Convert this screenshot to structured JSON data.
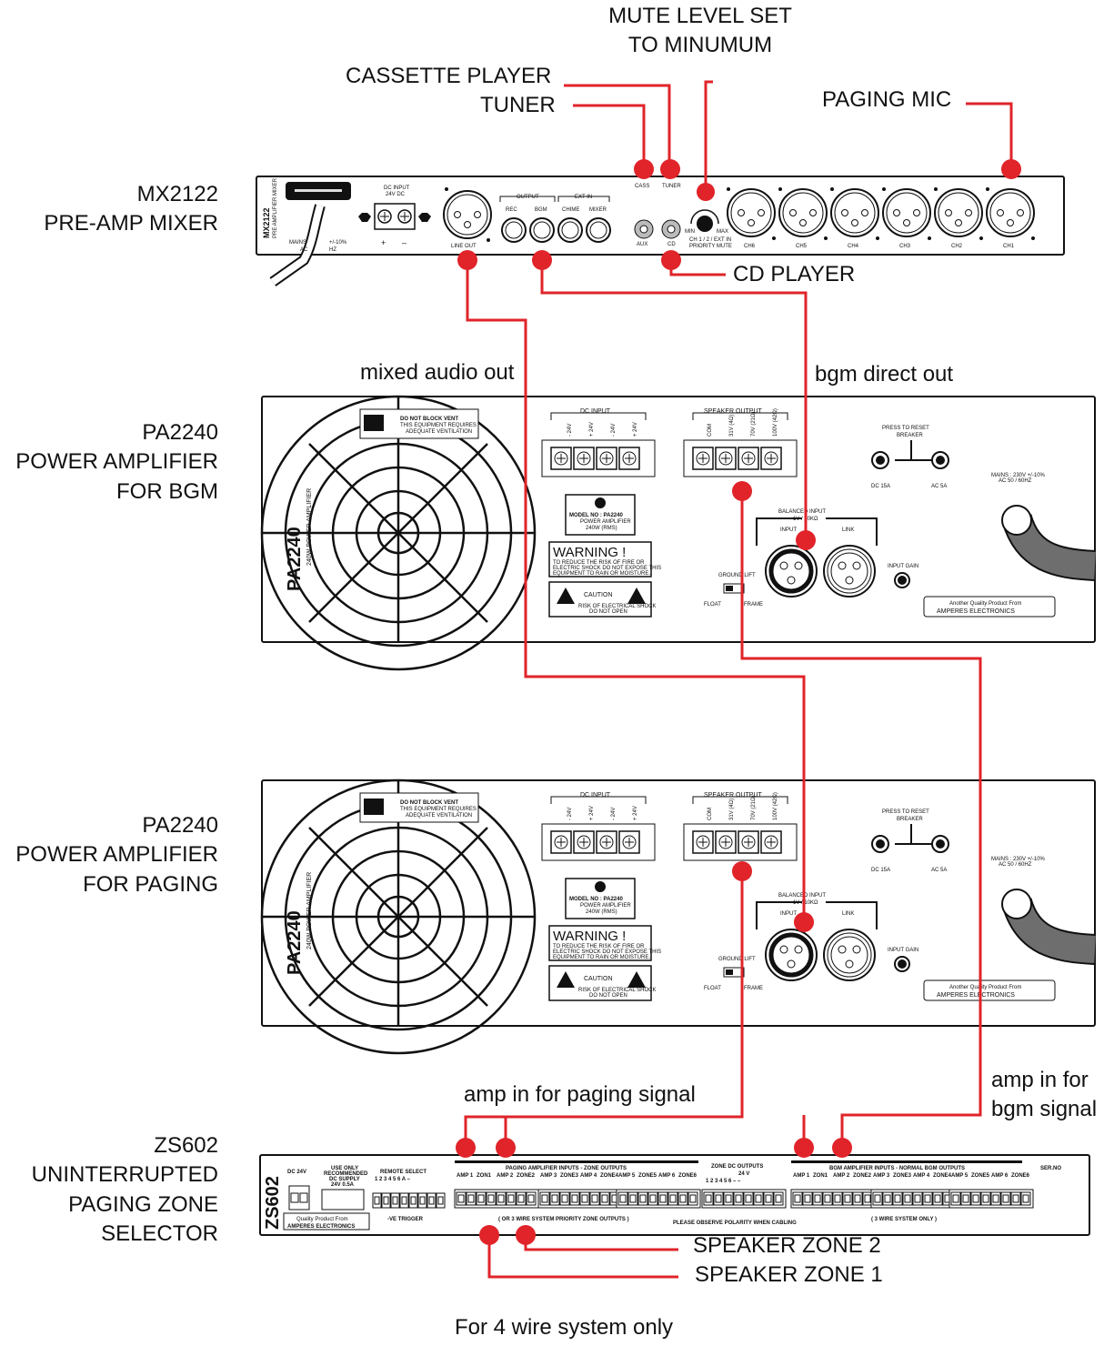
{
  "labels": {
    "mute_level": [
      "MUTE LEVEL SET",
      "TO MINUMUM"
    ],
    "cassette_player": "CASSETTE PLAYER",
    "tuner": "TUNER",
    "paging_mic": "PAGING MIC",
    "cd_player": "CD PLAYER",
    "mixed_audio_out": "mixed audio out",
    "bgm_direct_out": "bgm direct out",
    "amp_in_paging": "amp in for paging signal",
    "amp_in_bgm": [
      "amp in for",
      "bgm signal"
    ],
    "speaker_zone_2": "SPEAKER ZONE 2",
    "speaker_zone_1": "SPEAKER ZONE 1",
    "four_wire_note": "For 4 wire system only"
  },
  "devices": {
    "mx2122": {
      "side_label": [
        "MX2122",
        "PRE-AMP MIXER"
      ],
      "model": "MX2122",
      "subtitle": "PRE AMPLIFIER MIXER",
      "dc_input": [
        "DC INPUT",
        "24V DC"
      ],
      "mains": "MAINS",
      "mains_ac": "AC",
      "mains_tol": "+/-10%",
      "mains_hz": "HZ",
      "plus": "+",
      "minus": "–",
      "line_out": "LINE OUT",
      "output_header": "OUTPUT",
      "ext_in_header": "EXT IN",
      "jacks": [
        "REC",
        "BGM",
        "CHIME",
        "MIXER"
      ],
      "rca": [
        "CASS",
        "TUNER",
        "AUX",
        "CD"
      ],
      "knob": [
        "MIN",
        "MAX"
      ],
      "priority": [
        "CH 1 / 2 / EXT IN",
        "PRIORITY MUTE"
      ],
      "channels": [
        "CH6",
        "CH5",
        "CH4",
        "CH3",
        "CH2",
        "CH1"
      ]
    },
    "pa_bgm": {
      "side_label": [
        "PA2240",
        "POWER AMPLIFIER",
        "FOR BGM"
      ]
    },
    "pa_paging": {
      "side_label": [
        "PA2240",
        "POWER AMPLIFIER",
        "FOR PAGING"
      ]
    },
    "pa_common": {
      "model": "PA2240",
      "subtitle": "240W POWER AMPLIFIER",
      "vent": [
        "DO NOT BLOCK VENT",
        "THIS EQUIPMENT REQUIRES",
        "ADEQUATE VENTILATION"
      ],
      "dc_input": "DC INPUT",
      "dc_terms": [
        "- 24V",
        "+ 24V",
        "- 24V",
        "+ 24V"
      ],
      "speaker_output": "SPEAKER OUTPUT",
      "spk_terms": [
        "COM",
        "31V (4Ω)",
        "70V (21Ω)",
        "100V (42Ω)"
      ],
      "reset": [
        "PRESS TO RESET",
        "BREAKER"
      ],
      "fuses": [
        "DC 15A",
        "AC 5A"
      ],
      "mains": [
        "MAINS : 230V +/-10%",
        "AC 50 / 60HZ"
      ],
      "model_box": [
        "MODEL NO : PA2240",
        "POWER AMPLIFIER",
        "240W (RMS)"
      ],
      "warning": "WARNING !",
      "warning_text": [
        "TO REDUCE THE RISK OF FIRE OR",
        "ELECTRIC SHOCK DO NOT EXPOSE THIS",
        "EQUIPMENT TO RAIN OR MOISTURE."
      ],
      "caution": "CAUTION",
      "caution_text": [
        "RISK OF ELECTRICAL SHOCK",
        "DO NOT OPEN"
      ],
      "balanced": [
        "BALANCED INPUT",
        "1V / 10KΩ"
      ],
      "input": "INPUT",
      "link": "LINK",
      "ground": [
        "GROUND LIFT",
        "FLOAT",
        "FRAME"
      ],
      "input_gain": "INPUT GAIN",
      "quality": [
        "Another Quality Product From",
        "AMPERES ELECTRONICS"
      ]
    },
    "zs602": {
      "side_label": [
        "ZS602",
        "UNINTERRUPTED",
        "PAGING ZONE",
        "SELECTOR"
      ],
      "model": "ZS602",
      "dc": "DC 24V",
      "use_only": [
        "USE ONLY",
        "RECOMMENDED",
        "DC SUPPLY",
        "24V 0.5A"
      ],
      "remote": "REMOTE SELECT",
      "remote_nums": "1 2 3 4 5 6 A –",
      "ve_trigger": "-VE TRIGGER",
      "quality": [
        "Quality Product From",
        "AMPERES ELECTRONICS"
      ],
      "paging_hdr": "PAGING AMPLIFIER INPUTS - ZONE OUTPUTS",
      "zone_dc_hdr": [
        "ZONE DC OUTPUTS",
        "24 V"
      ],
      "zone_dc_nums": "1 2 3 4 5 6 – –",
      "bgm_hdr": "BGM AMPLIFIER INPUTS - NORMAL BGM OUTPUTS",
      "sern": "SER.NO",
      "group_labels": [
        "AMP 1",
        "ZON1",
        "AMP 2",
        "ZONE2",
        "AMP 3",
        "ZONE3",
        "AMP 4",
        "ZONE4",
        "AMP 5",
        "ZONE5",
        "AMP 6",
        "ZONE6"
      ],
      "bottom_left": "( OR 3 WIRE SYSTEM PRIORITY ZONE OUTPUTS )",
      "bottom_mid": "PLEASE OBSERVE POLARITY WHEN CABLING",
      "bottom_right": "( 3 WIRE SYSTEM ONLY )"
    }
  },
  "colors": {
    "wire": "#e0242a",
    "ink": "#111111",
    "cable": "#6e6e6e"
  }
}
